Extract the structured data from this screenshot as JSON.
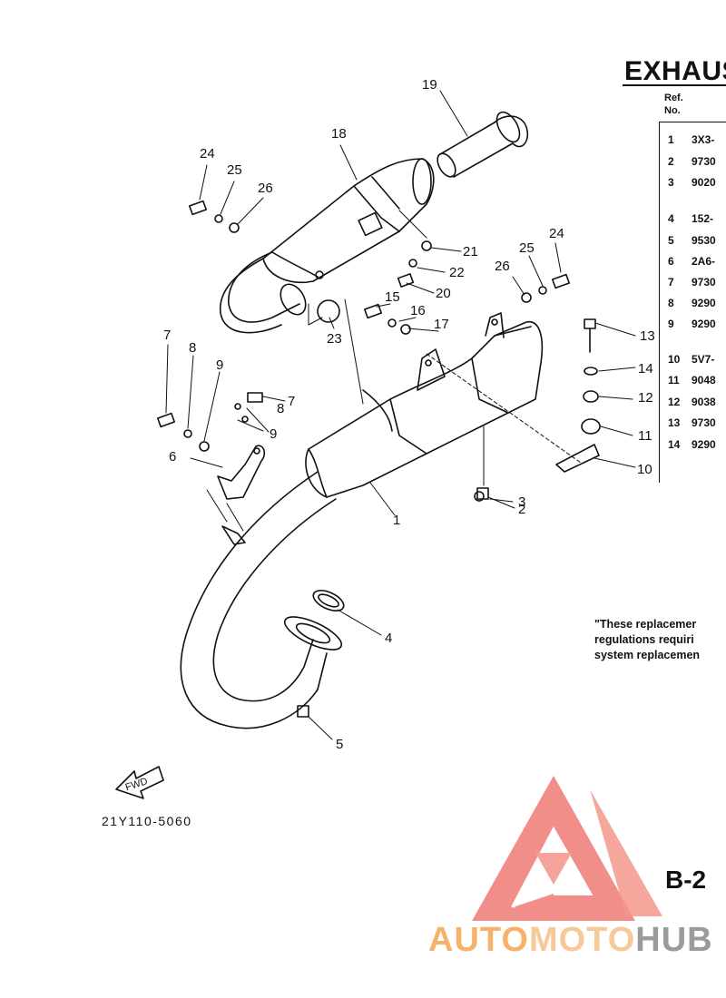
{
  "header": {
    "title": "EXHAUST"
  },
  "ref_table": {
    "head_ref": "Ref.",
    "head_no": "No.",
    "rows": [
      {
        "no": "1",
        "part": "3X3-"
      },
      {
        "no": "2",
        "part": "9730"
      },
      {
        "no": "3",
        "part": "9020"
      },
      {
        "no": "4",
        "part": "152-"
      },
      {
        "no": "5",
        "part": "9530"
      },
      {
        "no": "6",
        "part": "2A6-"
      },
      {
        "no": "7",
        "part": "9730"
      },
      {
        "no": "8",
        "part": "9290"
      },
      {
        "no": "9",
        "part": "9290"
      },
      {
        "no": "10",
        "part": "5V7-"
      },
      {
        "no": "11",
        "part": "9048"
      },
      {
        "no": "12",
        "part": "9038"
      },
      {
        "no": "13",
        "part": "9730"
      },
      {
        "no": "14",
        "part": "9290"
      }
    ]
  },
  "note": {
    "line1": "\"These replacemer",
    "line2": "regulations  requiri",
    "line3": "system replacemen"
  },
  "callouts": [
    "19",
    "18",
    "24",
    "25",
    "26",
    "21",
    "22",
    "20",
    "25",
    "24",
    "26",
    "15",
    "16",
    "17",
    "23",
    "7",
    "8",
    "9",
    "7",
    "8",
    "9",
    "6",
    "13",
    "14",
    "12",
    "11",
    "10",
    "3",
    "2",
    "1",
    "4",
    "5"
  ],
  "fwd_label": "FWD",
  "diagram_code": "21Y110-5060",
  "page_number": "B-2",
  "watermark": {
    "part1": "AUTO",
    "part2": "MOTO",
    "part3": "HUB"
  },
  "colors": {
    "watermark_red": "#e8302b",
    "watermark_orange": "#f6b26b",
    "watermark_gray": "#9b9b9b"
  }
}
